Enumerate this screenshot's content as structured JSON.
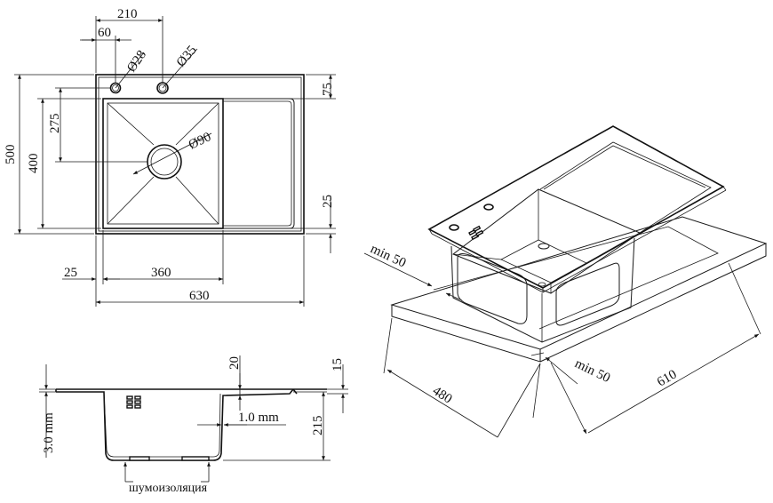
{
  "top_view": {
    "dim_210": "210",
    "dim_60": "60",
    "dim_d28": "Ø28",
    "dim_d35": "Ø35",
    "dim_75": "75",
    "dim_500": "500",
    "dim_400": "400",
    "dim_275": "275",
    "dim_d90": "Ø90",
    "dim_25_right": "25",
    "dim_25_left": "25",
    "dim_360": "360",
    "dim_630": "630"
  },
  "iso_view": {
    "min_50_left": "min 50",
    "min_50_right": "min 50",
    "dim_480": "480",
    "dim_610": "610"
  },
  "section_view": {
    "dim_20": "20",
    "dim_15": "15",
    "dim_3mm": "3.0 mm",
    "dim_1mm": "1.0 mm",
    "dim_215": "215",
    "insulation_label": "шумоизоляция"
  }
}
